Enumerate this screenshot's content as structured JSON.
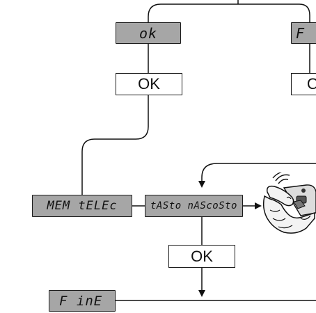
{
  "flow": {
    "display_ok": "ok",
    "display_mem": "MEM tELEc",
    "display_hidden_key": "tASto nAScoSto",
    "display_end": "F inE",
    "button_ok_top": "OK",
    "button_ok_bottom": "OK",
    "button_partial_right": "O",
    "display_partial_right": "F"
  },
  "icons": {
    "remote_hand": "hand-pressing-remote-key-icon"
  }
}
